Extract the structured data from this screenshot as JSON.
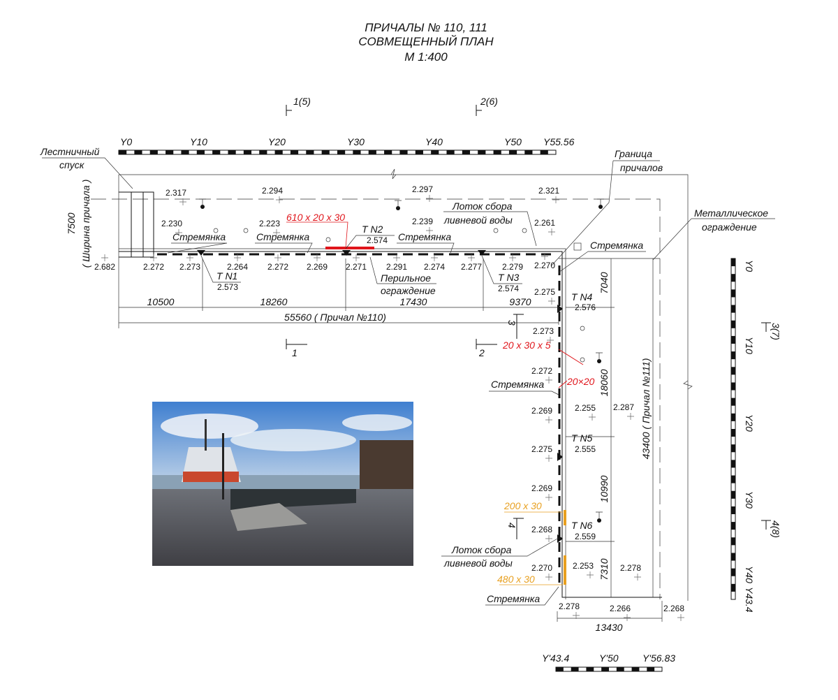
{
  "title": {
    "line1": "ПРИЧАЛЫ № 110, 111",
    "line2": "СОВМЕЩЕННЫЙ ПЛАН",
    "line3": "М 1:400"
  },
  "sections": {
    "s1top": "1(5)",
    "s2top": "2(6)",
    "s1": "1",
    "s2": "2",
    "s3": "3",
    "s4": "4",
    "s3r": "3(7)",
    "s4r": "4(8)"
  },
  "top_scale": [
    "Y0",
    "Y10",
    "Y20",
    "Y30",
    "Y40",
    "Y50",
    "Y55.56"
  ],
  "right_scale": [
    "Y0",
    "Y10",
    "Y20",
    "Y30",
    "Y40",
    "Y43.4"
  ],
  "bottom_scale": [
    "Y'43.4",
    "Y'50",
    "Y'56.83"
  ],
  "labels": {
    "stair1": "Лестничный",
    "stair2": "спуск",
    "boundary1": "Граница",
    "boundary2": "причалов",
    "metal1": "Металлическое",
    "metal2": "ограждение",
    "tray1": "Лоток сбора",
    "tray2": "ливневой воды",
    "rail1": "Перильное",
    "rail2": "ограждение",
    "ladder": "Стремянка",
    "width_dim": "7500",
    "width_caption": "( Ширина причала )"
  },
  "points": [
    {
      "name": "T N1",
      "elev": "2.573"
    },
    {
      "name": "T N2",
      "elev": "2.574"
    },
    {
      "name": "T N3",
      "elev": "2.574"
    },
    {
      "name": "T N4",
      "elev": "2.576"
    },
    {
      "name": "T N5",
      "elev": "2.555"
    },
    {
      "name": "T N6",
      "elev": "2.559"
    }
  ],
  "elevations": [
    "2.317",
    "2.294",
    "2.297",
    "2.321",
    "2.230",
    "2.223",
    "2.239",
    "2.261",
    "2.682",
    "2.272",
    "2.273",
    "2.264",
    "2.272",
    "2.269",
    "2.271",
    "2.291",
    "2.274",
    "2.277",
    "2.279",
    "2.270",
    "2.275",
    "2.273",
    "2.272",
    "2.269",
    "2.275",
    "2.269",
    "2.268",
    "2.270",
    "2.255",
    "2.287",
    "2.253",
    "2.278",
    "2.278",
    "2.266",
    "2.268"
  ],
  "defects": {
    "red1": "610 x 20 x 30",
    "red2": "20 x 30 x 5",
    "red3": "20×20",
    "org1": "200 x 30",
    "org2": "480 x 30"
  },
  "dims": {
    "d1": "10500",
    "d2": "18260",
    "d3": "17430",
    "d4": "9370",
    "total110": "55560 ( Причал №110)",
    "v1": "7040",
    "v2": "18060",
    "v3": "10990",
    "v4": "7310",
    "total111": "43400 ( Причал №111)",
    "bottom": "13430"
  },
  "colors": {
    "defect_red": "#e0151b",
    "defect_orange": "#e8a020"
  }
}
